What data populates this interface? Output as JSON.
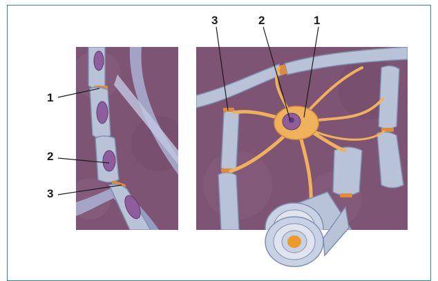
{
  "figure": {
    "left_panel_labels": [
      "1",
      "2",
      "3"
    ],
    "right_panel_labels": [
      "3",
      "2",
      "1"
    ]
  },
  "colors": {
    "border": "#2f8b8b",
    "background_tissue": "#7e5474",
    "myelin_sheath": "#b9c3d8",
    "myelin_shadow": "#7f8fb0",
    "nucleus": "#8e5d9c",
    "oligodendrocyte_body": "#efb25a",
    "node_ring": "#e08b3a",
    "axon_core": "#ee9a2a"
  }
}
